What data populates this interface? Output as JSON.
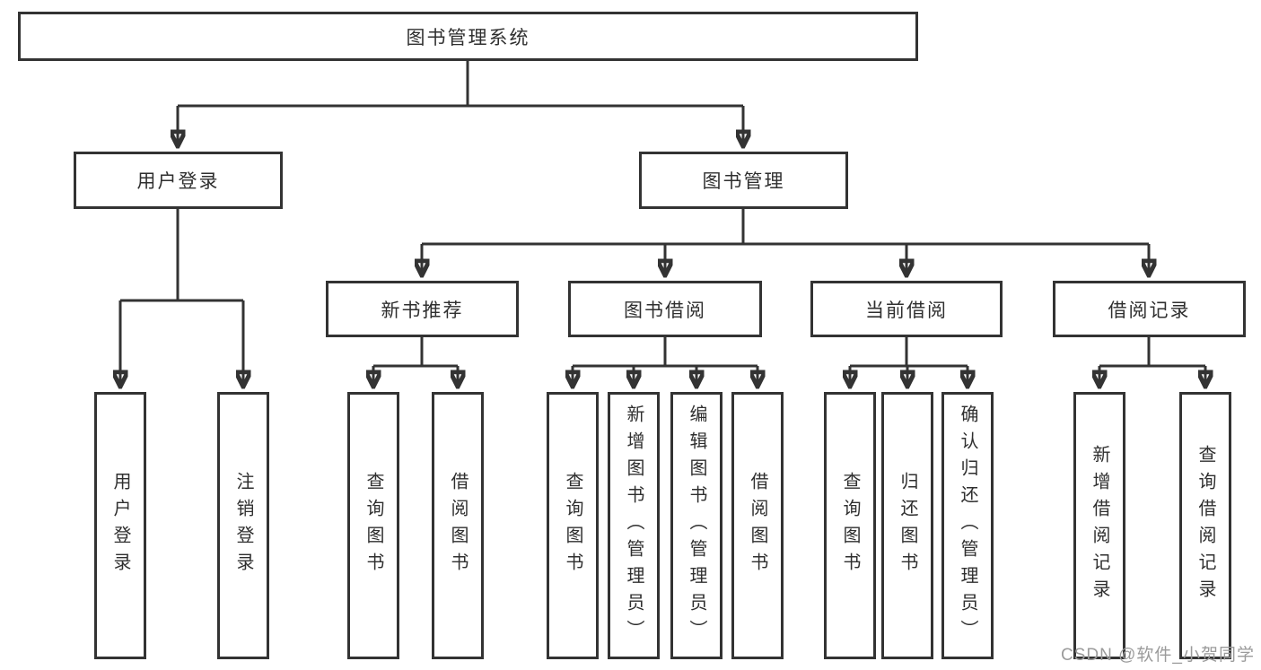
{
  "tree": {
    "label": "图书管理系统",
    "children": [
      {
        "label": "用户登录",
        "children": [
          {
            "label": "用户登录"
          },
          {
            "label": "注销登录"
          }
        ]
      },
      {
        "label": "图书管理",
        "children": [
          {
            "label": "新书推荐",
            "children": [
              {
                "label": "查询图书"
              },
              {
                "label": "借阅图书"
              }
            ]
          },
          {
            "label": "图书借阅",
            "children": [
              {
                "label": "查询图书"
              },
              {
                "label": "新增图书（管理员）"
              },
              {
                "label": "编辑图书（管理员）"
              },
              {
                "label": "借阅图书"
              }
            ]
          },
          {
            "label": "当前借阅",
            "children": [
              {
                "label": "查询图书"
              },
              {
                "label": "归还图书"
              },
              {
                "label": "确认归还（管理员）"
              }
            ]
          },
          {
            "label": "借阅记录",
            "children": [
              {
                "label": "新增借阅记录"
              },
              {
                "label": "查询借阅记录"
              }
            ]
          }
        ]
      }
    ]
  },
  "watermark": {
    "label": "CSDN @软件_小贺同学"
  },
  "colors": {
    "line": "#333333",
    "text": "#2f2f2f",
    "watermark": "#9b9b9b",
    "background": "#ffffff"
  }
}
